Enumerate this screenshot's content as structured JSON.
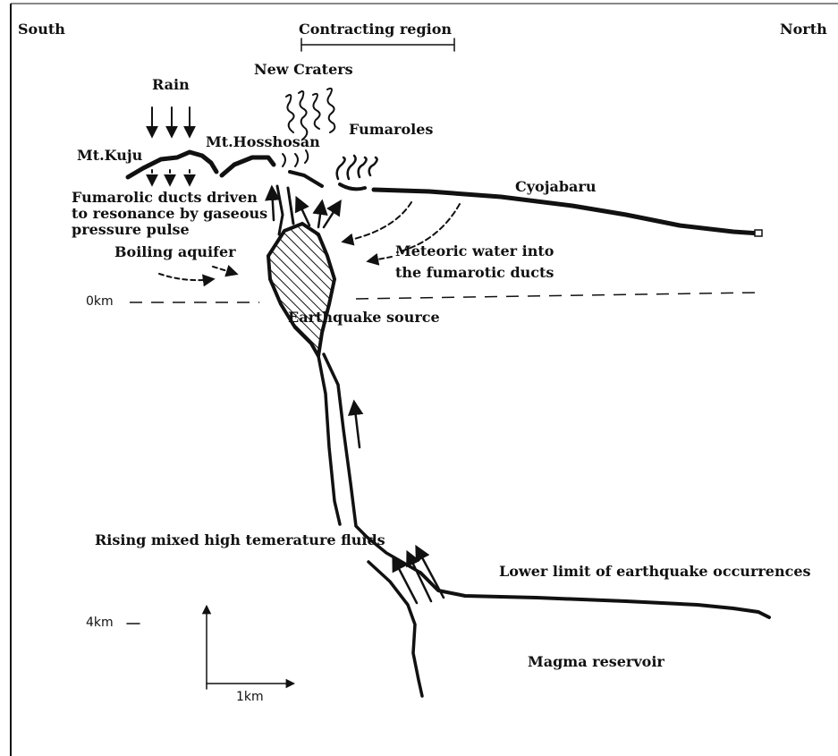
{
  "labels": {
    "south": "South",
    "north": "North",
    "contracting_region": "Contracting region",
    "new_craters": "New Craters",
    "rain": "Rain",
    "mt_kuju": "Mt.Kuju",
    "mt_hosshosan": "Mt.Hosshosan",
    "fumaroles": "Fumaroles",
    "cyojabaru": "Cyojabaru",
    "fumarolic_ducts_1": "Fumarolic ducts driven",
    "fumarolic_ducts_2": "to resonance by gaseous",
    "fumarolic_ducts_3": "pressure pulse",
    "boiling_aquifer": "Boiling aquifer",
    "meteoric_water_1": "Meteoric water into",
    "meteoric_water_2": "the fumarotic ducts",
    "zero_km": "0km",
    "earthquake_source": "Earthquake source",
    "rising_fluids": "Rising mixed high temerature fluids",
    "lower_limit": "Lower limit of earthquake occurrences",
    "four_km": "4km",
    "magma_reservoir": "Magma reservoir",
    "one_km": "1km"
  }
}
